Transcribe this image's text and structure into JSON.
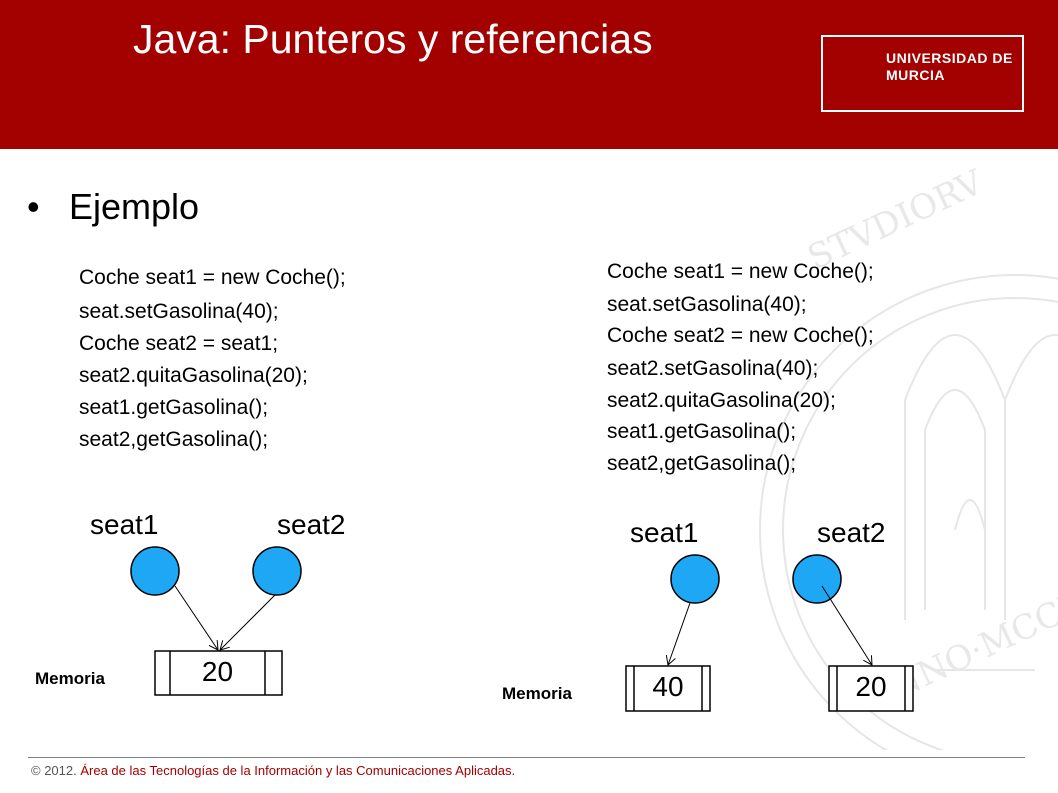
{
  "slide": {
    "title": "Java: Punteros y referencias",
    "logo": {
      "line1": "UNIVERSIDAD DE",
      "line2": "MURCIA"
    },
    "bullet": "Ejemplo",
    "colors": {
      "header": "#a30000",
      "circle": "#1ea7f5",
      "text": "#000000"
    }
  },
  "left_example": {
    "code": [
      "Coche seat1 = new Coche();",
      "seat.setGasolina(40);",
      "Coche seat2 = seat1;",
      "seat2.quitaGasolina(20);",
      "seat1.getGasolina();",
      "seat2,getGasolina();"
    ],
    "var1": "seat1",
    "var2": "seat2",
    "memory_label": "Memoria",
    "cell": "20"
  },
  "right_example": {
    "code": [
      "Coche seat1 = new Coche();",
      "seat.setGasolina(40);",
      "Coche seat2 = new Coche();",
      "seat2.setGasolina(40);",
      "seat2.quitaGasolina(20);",
      "seat1.getGasolina();",
      "seat2,getGasolina();"
    ],
    "var1": "seat1",
    "var2": "seat2",
    "memory_label": "Memoria",
    "cell1": "40",
    "cell2": "20"
  },
  "footer": {
    "copyright": "© 2012.",
    "area": "Área de las Tecnologías de la Información y las Comunicaciones Aplicadas."
  }
}
